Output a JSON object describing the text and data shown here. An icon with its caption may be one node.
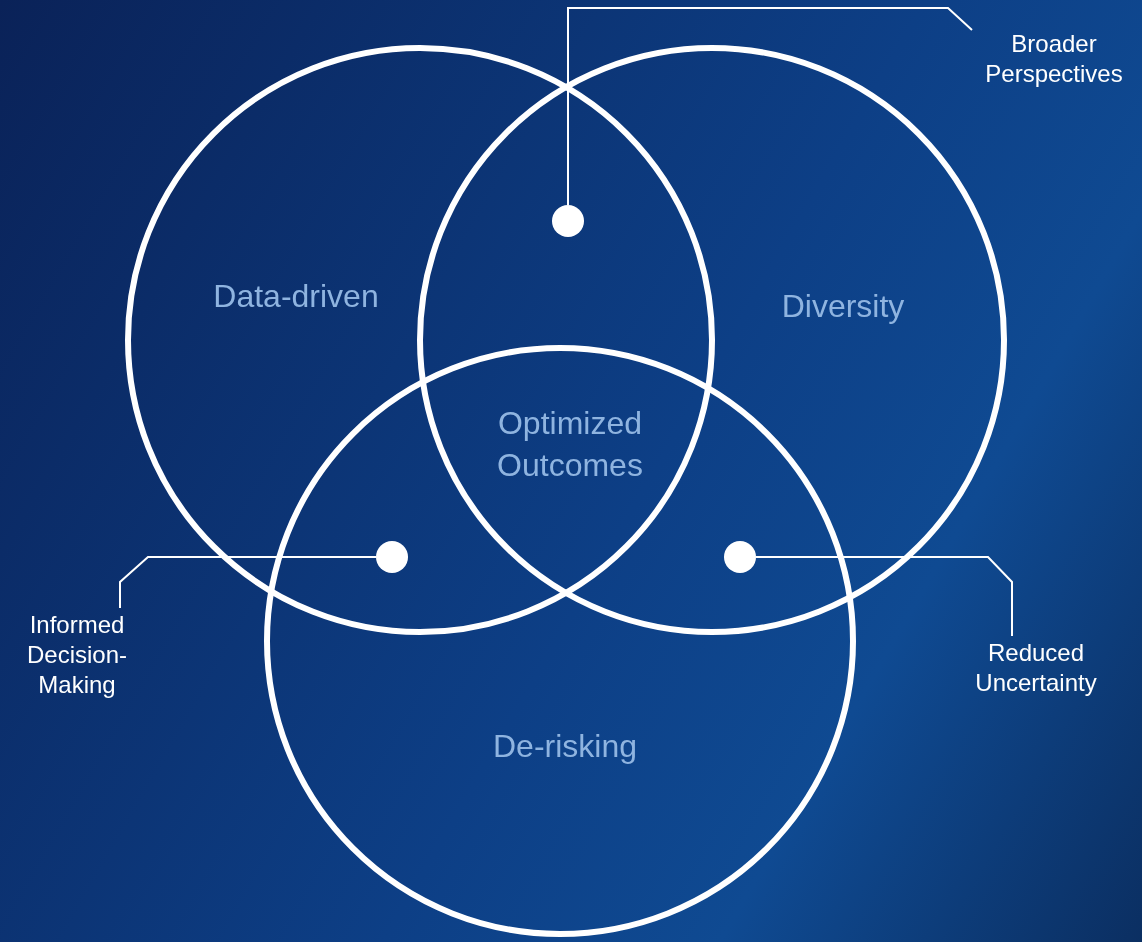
{
  "diagram": {
    "nodes": [
      {
        "text": [
          "Data-driven"
        ]
      },
      {
        "text": [
          "Diversity"
        ]
      },
      {
        "text": [
          "De-risking"
        ]
      },
      {
        "text": [
          "Optimized Outcomes"
        ]
      },
      {
        "text": [
          "Broader Perspectives"
        ]
      },
      {
        "text": [],
        "shape": "circle"
      },
      {
        "text": [
          "Informed Decision-Making"
        ]
      },
      {
        "text": [],
        "shape": "circle"
      },
      {
        "text": [
          "Reduced Uncertainty"
        ]
      },
      {
        "text": [],
        "shape": "circle"
      }
    ],
    "edges": [
      {
        "from": 4,
        "to": 5,
        "arrow": "none"
      },
      {
        "from": 6,
        "to": 7,
        "arrow": "none"
      },
      {
        "from": 8,
        "to": 9,
        "arrow": "none"
      }
    ]
  }
}
